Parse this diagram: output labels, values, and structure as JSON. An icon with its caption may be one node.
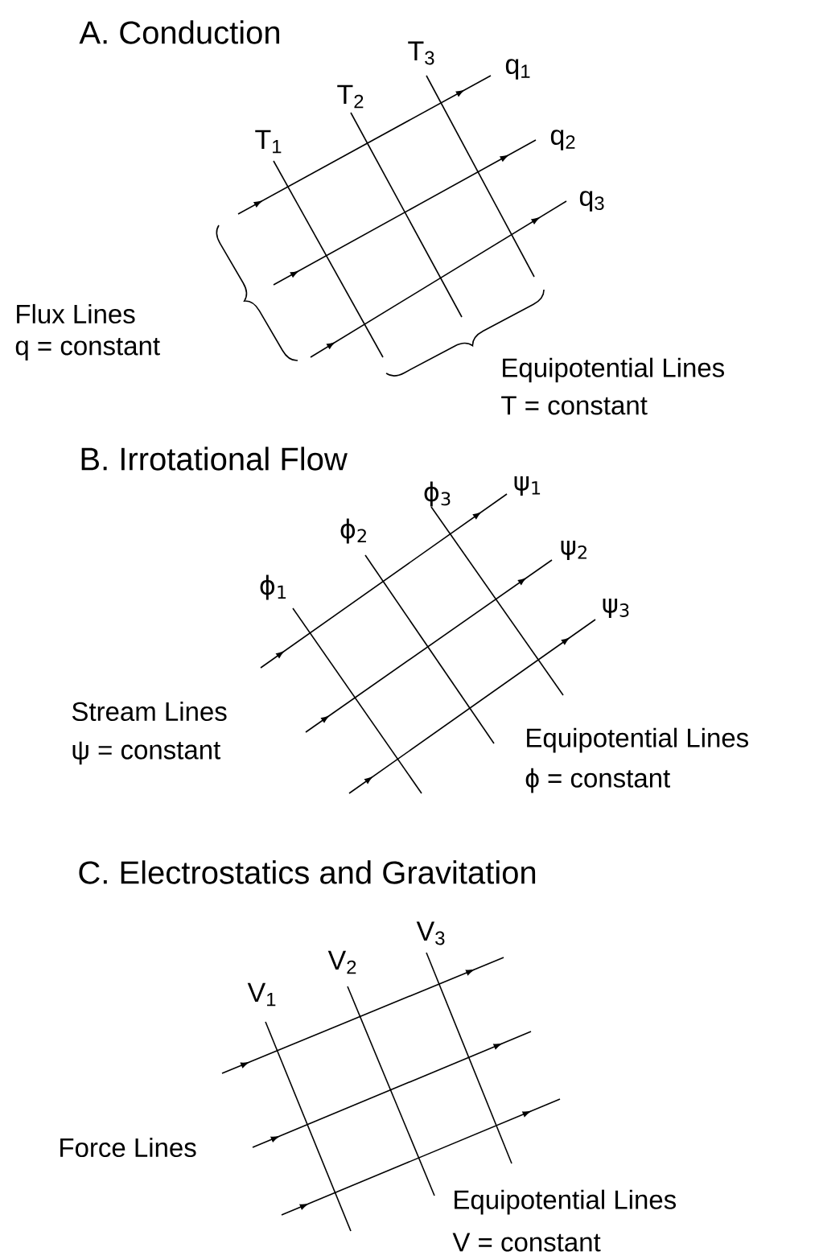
{
  "diagram": {
    "labels": [
      "A. Conduction",
      "T$_{3}$",
      "q$_{1}$",
      "T$_{2}$",
      "T$_{1}$",
      "q$_{2}$",
      "q$_{3}$",
      "Flux Lines",
      "q = constant",
      "Equipotential Lines",
      "T = constant",
      "B. Irrotational Flow",
      "ϕ$_{3}$",
      "ψ$_{1}$",
      "ϕ$_{2}$",
      "ψ$_{2}$",
      "ϕ$_{1}$",
      "ψ$_{3}$",
      "Stream Lines",
      "ψ = constant",
      "Equipotential Lines",
      "ϕ = constant",
      "C. Electrostatics and Gravitation",
      "V$_{3}$",
      "V$_{2}$",
      "V$_{1}$",
      "Force Lines",
      "Equipotential Lines",
      "V = constant"
    ]
  }
}
